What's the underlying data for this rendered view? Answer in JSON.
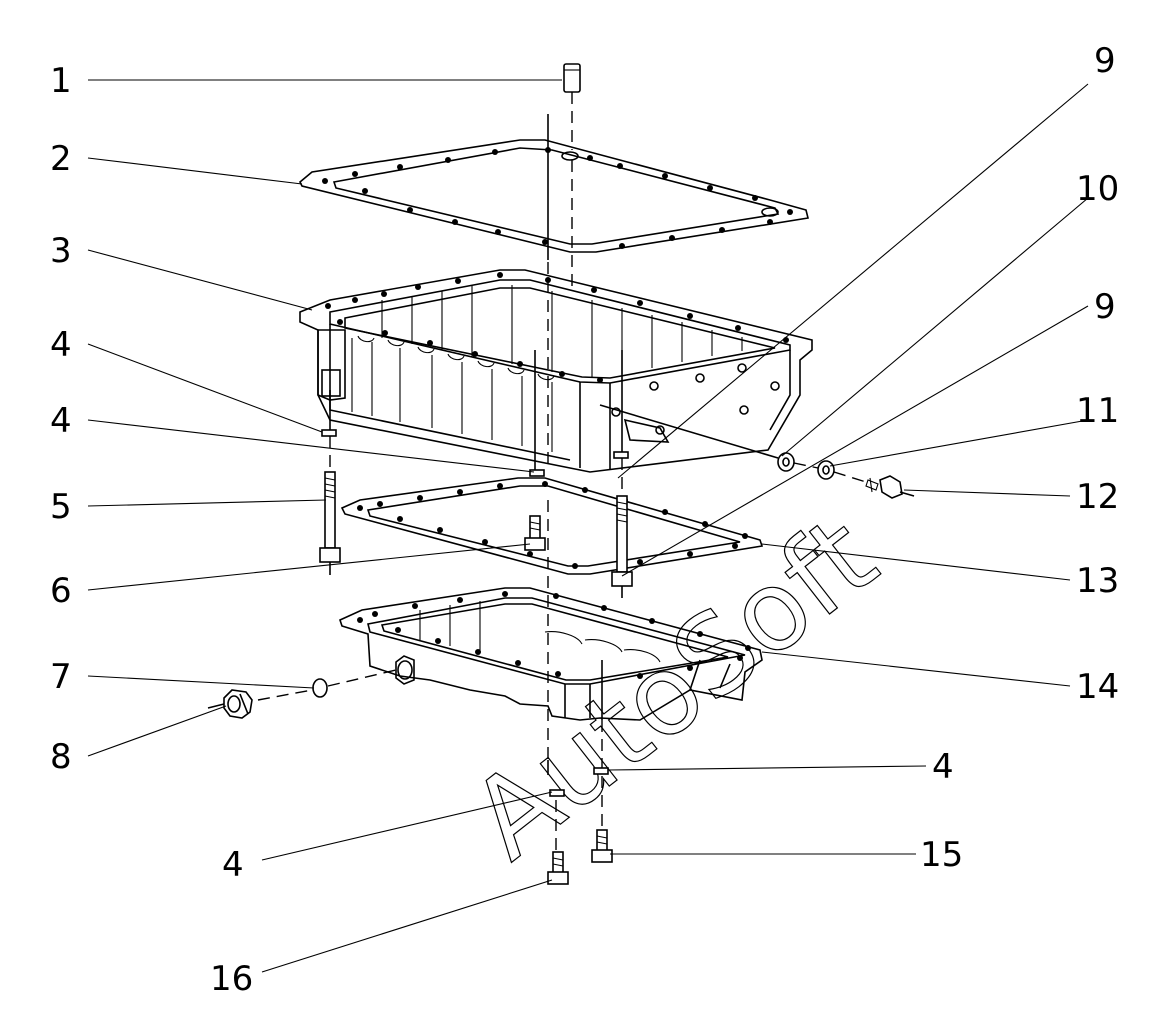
{
  "watermark": "AutoSoft",
  "colors": {
    "ink": "#000000",
    "paper": "#ffffff"
  },
  "callouts": [
    {
      "id": "1",
      "label": "1"
    },
    {
      "id": "2",
      "label": "2"
    },
    {
      "id": "3",
      "label": "3"
    },
    {
      "id": "4a",
      "label": "4"
    },
    {
      "id": "4b",
      "label": "4"
    },
    {
      "id": "5",
      "label": "5"
    },
    {
      "id": "6",
      "label": "6"
    },
    {
      "id": "7",
      "label": "7"
    },
    {
      "id": "8",
      "label": "8"
    },
    {
      "id": "9a",
      "label": "9"
    },
    {
      "id": "10",
      "label": "10"
    },
    {
      "id": "9b",
      "label": "9"
    },
    {
      "id": "11",
      "label": "11"
    },
    {
      "id": "12",
      "label": "12"
    },
    {
      "id": "13",
      "label": "13"
    },
    {
      "id": "14",
      "label": "14"
    },
    {
      "id": "4c",
      "label": "4"
    },
    {
      "id": "4d",
      "label": "4"
    },
    {
      "id": "15",
      "label": "15"
    },
    {
      "id": "16",
      "label": "16"
    }
  ]
}
